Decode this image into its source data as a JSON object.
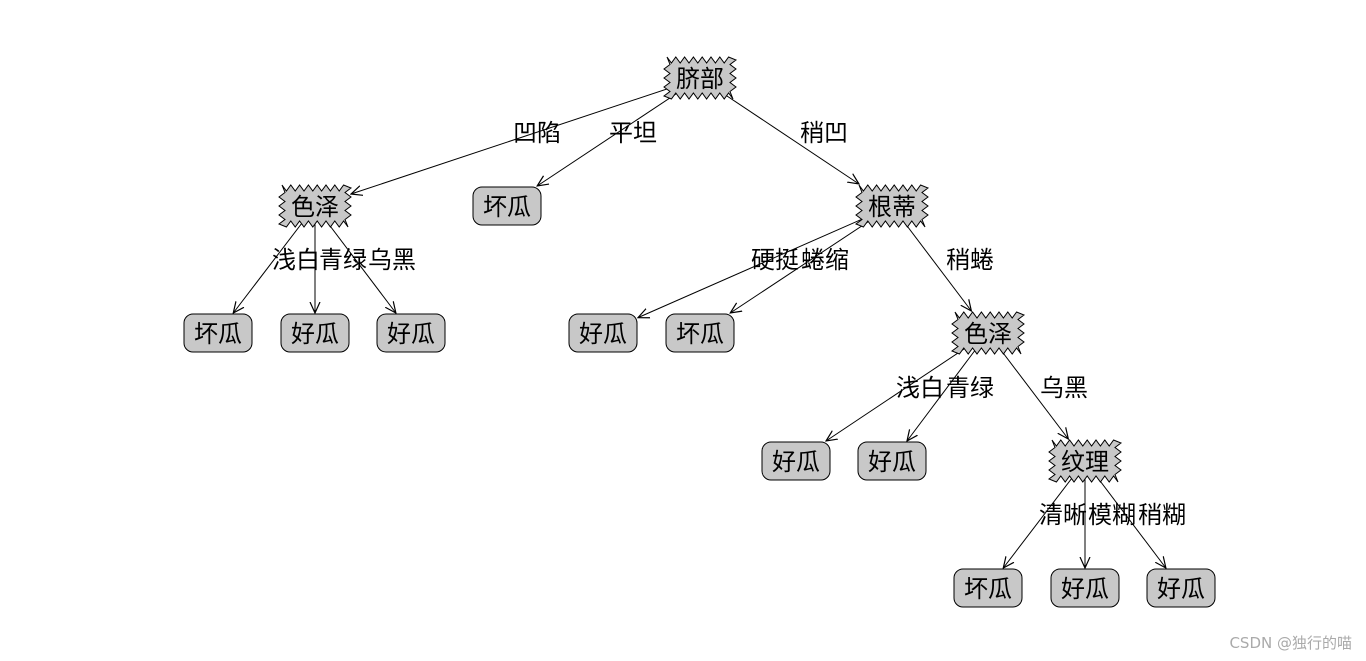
{
  "colors": {
    "node_fill": "#c8c8c8",
    "stroke": "#000000",
    "background": "#ffffff"
  },
  "watermark": "CSDN @独行的喵",
  "nodes": [
    {
      "id": "n0",
      "label": "脐部",
      "kind": "decision"
    },
    {
      "id": "n1",
      "label": "色泽",
      "kind": "decision"
    },
    {
      "id": "n2",
      "label": "坏瓜",
      "kind": "leaf"
    },
    {
      "id": "n3",
      "label": "根蒂",
      "kind": "decision"
    },
    {
      "id": "n4",
      "label": "坏瓜",
      "kind": "leaf"
    },
    {
      "id": "n5",
      "label": "好瓜",
      "kind": "leaf"
    },
    {
      "id": "n6",
      "label": "好瓜",
      "kind": "leaf"
    },
    {
      "id": "n7",
      "label": "好瓜",
      "kind": "leaf"
    },
    {
      "id": "n8",
      "label": "坏瓜",
      "kind": "leaf"
    },
    {
      "id": "n9",
      "label": "色泽",
      "kind": "decision"
    },
    {
      "id": "n10",
      "label": "好瓜",
      "kind": "leaf"
    },
    {
      "id": "n11",
      "label": "好瓜",
      "kind": "leaf"
    },
    {
      "id": "n12",
      "label": "纹理",
      "kind": "decision"
    },
    {
      "id": "n13",
      "label": "坏瓜",
      "kind": "leaf"
    },
    {
      "id": "n14",
      "label": "好瓜",
      "kind": "leaf"
    },
    {
      "id": "n15",
      "label": "好瓜",
      "kind": "leaf"
    }
  ],
  "edges": [
    {
      "from": "n0",
      "to": "n1",
      "label": "凹陷"
    },
    {
      "from": "n0",
      "to": "n2",
      "label": "平坦"
    },
    {
      "from": "n0",
      "to": "n3",
      "label": "稍凹"
    },
    {
      "from": "n1",
      "to": "n4",
      "label": "浅白"
    },
    {
      "from": "n1",
      "to": "n5",
      "label": "青绿"
    },
    {
      "from": "n1",
      "to": "n6",
      "label": "乌黑"
    },
    {
      "from": "n3",
      "to": "n7",
      "label": "硬挺"
    },
    {
      "from": "n3",
      "to": "n8",
      "label": "蜷缩"
    },
    {
      "from": "n3",
      "to": "n9",
      "label": "稍蜷"
    },
    {
      "from": "n9",
      "to": "n10",
      "label": "浅白"
    },
    {
      "from": "n9",
      "to": "n11",
      "label": "青绿"
    },
    {
      "from": "n9",
      "to": "n12",
      "label": "乌黑"
    },
    {
      "from": "n12",
      "to": "n13",
      "label": "清晰"
    },
    {
      "from": "n12",
      "to": "n14",
      "label": "模糊"
    },
    {
      "from": "n12",
      "to": "n15",
      "label": "稍糊"
    }
  ]
}
